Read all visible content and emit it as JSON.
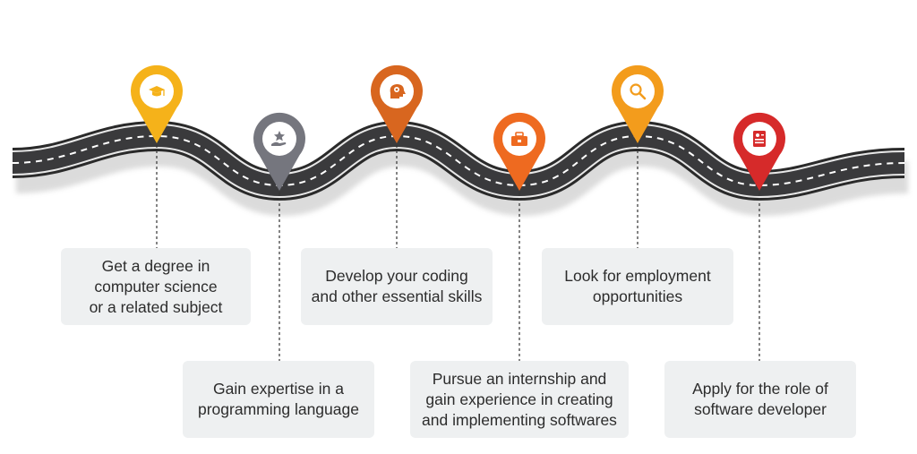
{
  "steps": [
    {
      "lines": [
        "Get a degree in",
        "computer science",
        "or a related subject"
      ],
      "color": "#F5B21A",
      "icon": "graduation-cap-icon"
    },
    {
      "lines": [
        "Gain expertise in a",
        "programming language"
      ],
      "color": "#75767E",
      "icon": "hand-star-icon"
    },
    {
      "lines": [
        "Develop your coding",
        "and other essential skills"
      ],
      "color": "#D8661F",
      "icon": "head-gears-icon"
    },
    {
      "lines": [
        "Pursue an internship and",
        "gain experience in creating",
        "and implementing softwares"
      ],
      "color": "#EE6A20",
      "icon": "briefcase-icon"
    },
    {
      "lines": [
        "Look for employment",
        "opportunities"
      ],
      "color": "#F39C1C",
      "icon": "search-icon"
    },
    {
      "lines": [
        "Apply for the role of",
        "software developer"
      ],
      "color": "#D62A2A",
      "icon": "resume-document-icon"
    }
  ]
}
